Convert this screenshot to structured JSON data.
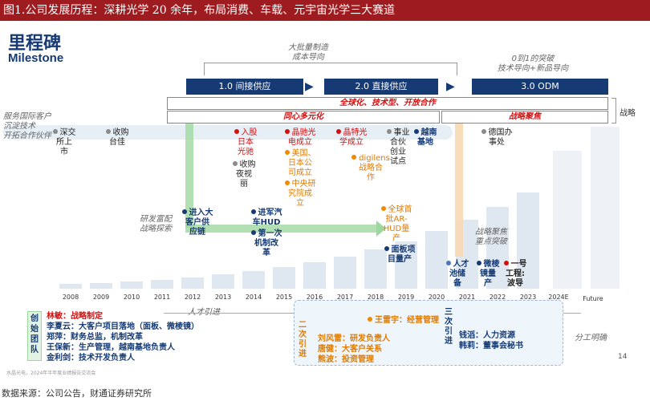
{
  "header": {
    "title": "图1.公司发展历程：深耕光学 20 余年，布局消费、车载、元宇宙光学三大赛道"
  },
  "slide": {
    "logo_cn": "里程碑",
    "logo_en": "Milestone",
    "note_mass": [
      "大批量制造",
      "成本导向"
    ],
    "note_zero": [
      "0到1的突破",
      "技术导向+新品导向"
    ],
    "phases": [
      "1.0 间接供应",
      "2.0 直接供应",
      "3.0 ODM"
    ],
    "strategy_band": "全球化、技术型、开放合作",
    "band_left": "同心多元化",
    "band_right": "战略聚焦",
    "strategy_label": "战略",
    "left_top": [
      "服务国际客户",
      "沉淀技术",
      "开拓合作伙伴"
    ],
    "left_mid": [
      "研发富配",
      "战略探索"
    ],
    "right_mid": [
      "战略聚焦",
      "重点突破"
    ],
    "events": {
      "e1": [
        "深交",
        "所上",
        "市"
      ],
      "e2": [
        "收购",
        "台佳"
      ],
      "e3": [
        "入股",
        "日本",
        "光驰"
      ],
      "e4": [
        "收购",
        "夜视",
        "丽"
      ],
      "e5": [
        "晶驰光",
        "电成立"
      ],
      "e6": [
        "美国、",
        "日本公",
        "司成立"
      ],
      "e7": [
        "中央研",
        "究院成",
        "立"
      ],
      "e8": [
        "晶特光",
        "学成立"
      ],
      "e9": [
        "digilens",
        "战略合",
        "作"
      ],
      "e10": [
        "事业",
        "合伙",
        "创业",
        "试点"
      ],
      "e11": [
        "越南",
        "基地"
      ],
      "e12": [
        "德国办",
        "事处"
      ],
      "e13": [
        "进入大",
        "客户供",
        "应链"
      ],
      "e14": [
        "进军汽",
        "车HUD"
      ],
      "e15": [
        "第一次",
        "机制改",
        "革"
      ],
      "e16": [
        "全球首",
        "批AR-",
        "HUD量",
        "产"
      ],
      "e17": [
        "面板项",
        "目量产"
      ],
      "e18": [
        "人才",
        "池储",
        "备"
      ],
      "e19": [
        "微棱",
        "镜量",
        "产"
      ],
      "e20": [
        "一号",
        "工程:",
        "波导"
      ]
    },
    "years": [
      "2008",
      "2009",
      "2010",
      "2011",
      "2012",
      "2013",
      "2014",
      "2015",
      "2016",
      "2017",
      "2018",
      "2019",
      "2020",
      "2021",
      "2022",
      "2023",
      "2024E",
      "Future"
    ],
    "talent_title": "人才引进",
    "founder_label": [
      "创",
      "始",
      "团",
      "队"
    ],
    "founders": [
      "林敏：战略制定",
      "李夏云：大客户项目落地（面板、微棱镜）",
      "郑萍：财务总监，机制改革",
      "王保新：生产管理，越南基地负责人",
      "金利剑：技术开发负责人"
    ],
    "second_label": [
      "二",
      "次",
      "引",
      "进"
    ],
    "second": [
      "王雷宇：经营管理",
      "刘风雷：研发负责人",
      "唐健：大客户关系",
      "熊波：投资管理"
    ],
    "third_label": [
      "三",
      "次",
      "引",
      "进"
    ],
    "third": [
      "钱滔：人力资源",
      "韩莉：董事会秘书"
    ],
    "division": "分工明确",
    "page_num": "14",
    "source_small": "水晶光电，2024年半年度业绩报告交流会"
  },
  "footer": {
    "source": "数据来源：公司公告，财通证券研究所"
  },
  "colors": {
    "header": "#9e1b1f",
    "phase": "#163a73",
    "red": "#d31010",
    "orange": "#f08a00",
    "gray": "#8a8a8a",
    "navy": "#163a73",
    "green": "#8fcf8f"
  }
}
